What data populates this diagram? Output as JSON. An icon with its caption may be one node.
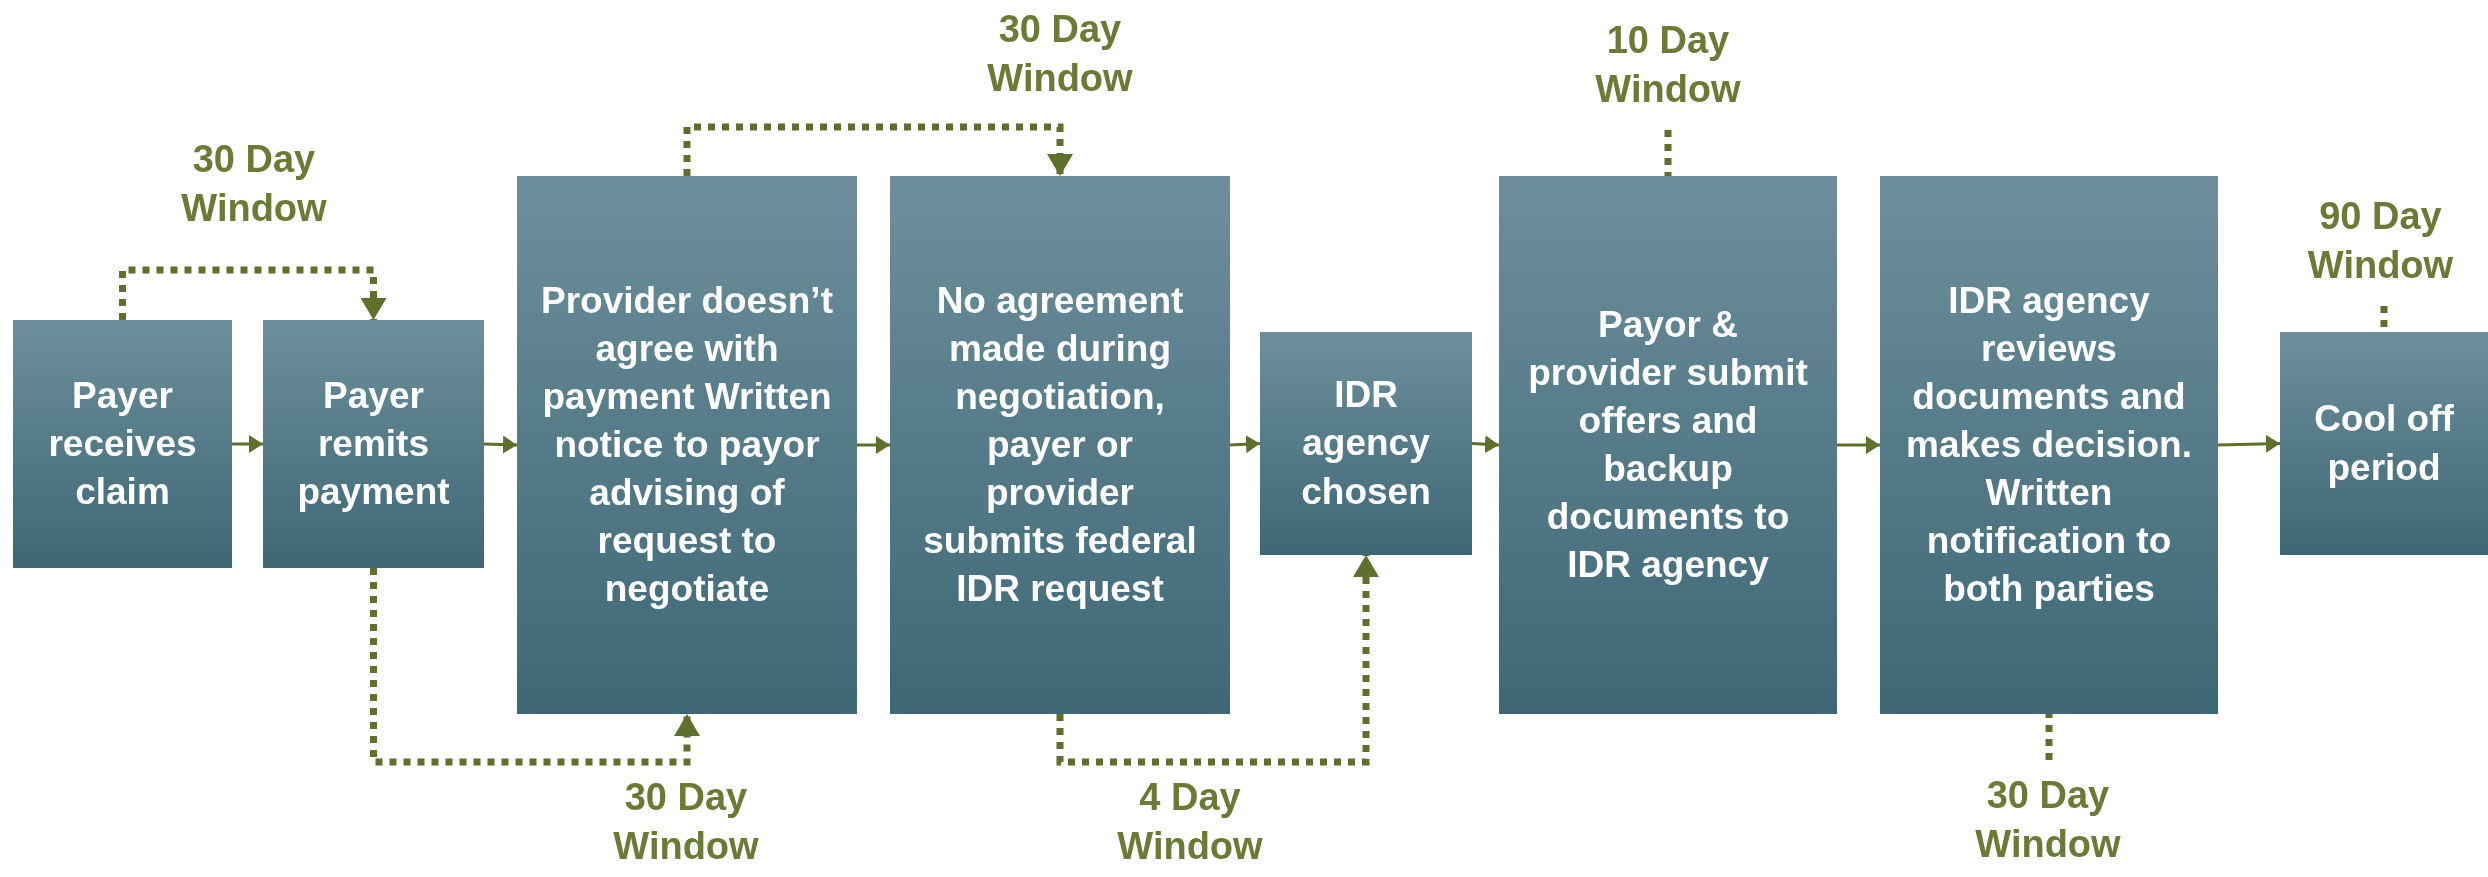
{
  "diagram": {
    "nodes": [
      {
        "text": [
          "Payer receives claim"
        ]
      },
      {
        "text": [
          "Payer remits payment"
        ]
      },
      {
        "text": [
          "Provider doesn’t agree with payment Written notice to payor advising of request to negotiate"
        ]
      },
      {
        "text": [
          "No agreement made during negotiation, payer or provider submits federal IDR request"
        ]
      },
      {
        "text": [
          "IDR agency chosen"
        ]
      },
      {
        "text": [
          "Payor & provider submit offers and backup documents to IDR agency"
        ]
      },
      {
        "text": [
          "IDR agency reviews documents and makes decision. Written notification to both parties"
        ]
      },
      {
        "text": [
          "Cool off period"
        ]
      },
      {
        "text": [
          "10 Day Window"
        ]
      },
      {
        "text": [
          "30 Day Window"
        ]
      },
      {
        "text": [
          "90 Day Window"
        ]
      }
    ],
    "edges": [
      {
        "from": 0,
        "to": 1,
        "arrow": "to"
      },
      {
        "from": 1,
        "to": 2,
        "arrow": "to"
      },
      {
        "from": 2,
        "to": 3,
        "arrow": "to"
      },
      {
        "from": 3,
        "to": 4,
        "arrow": "to"
      },
      {
        "from": 4,
        "to": 5,
        "arrow": "to"
      },
      {
        "from": 5,
        "to": 6,
        "arrow": "to"
      },
      {
        "from": 6,
        "to": 7,
        "arrow": "to"
      },
      {
        "from": 0,
        "to": 1,
        "arrow": "to",
        "style": "dashed",
        "label": "30 Day Window"
      },
      {
        "from": 1,
        "to": 2,
        "arrow": "to",
        "style": "dashed",
        "label": "30 Day Window"
      },
      {
        "from": 2,
        "to": 3,
        "arrow": "to",
        "style": "dashed",
        "label": "30 Day Window"
      },
      {
        "from": 3,
        "to": 4,
        "arrow": "to",
        "style": "dashed",
        "label": "4 Day Window"
      },
      {
        "from": 8,
        "to": 5,
        "arrow": "none",
        "style": "dashed"
      },
      {
        "from": 9,
        "to": 6,
        "arrow": "none",
        "style": "dashed"
      },
      {
        "from": 10,
        "to": 7,
        "arrow": "none",
        "style": "dashed"
      }
    ]
  }
}
